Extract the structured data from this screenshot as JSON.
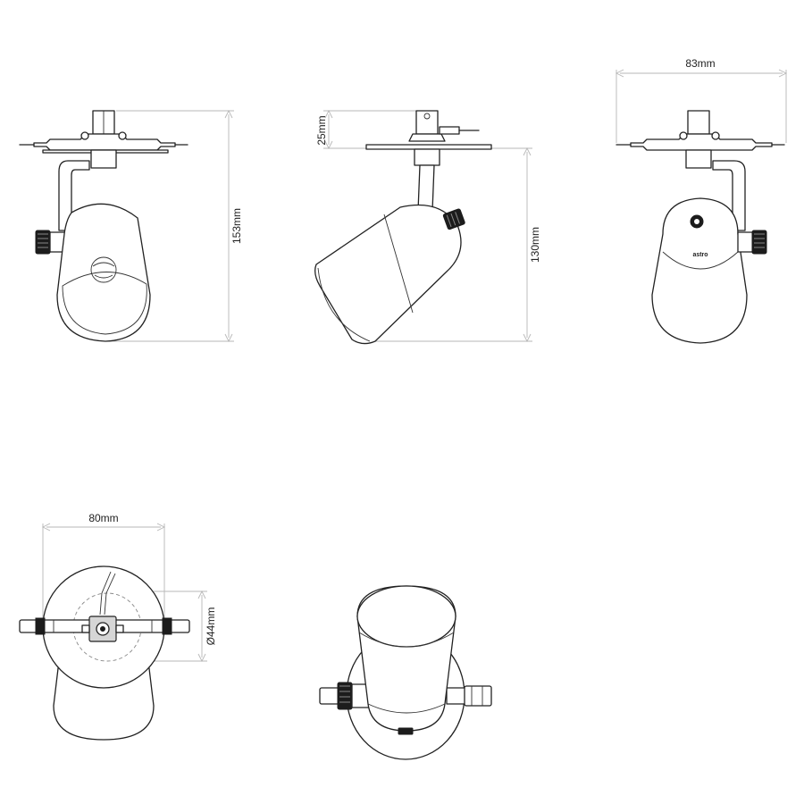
{
  "dimensions": {
    "top_width": "83mm",
    "canopy_height": "25mm",
    "overall_height": "153mm",
    "arm_height": "130mm",
    "base_width": "80mm",
    "shade_diameter": "Ø44mm"
  },
  "brand_mark": "astro"
}
